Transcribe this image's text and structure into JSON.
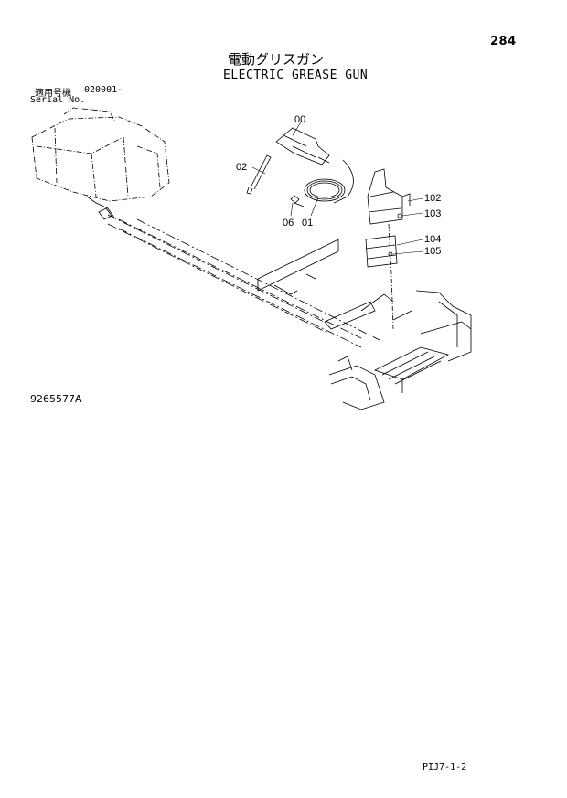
{
  "page_number": "284",
  "title_jp": "電動グリスガン",
  "title_en": "ELECTRIC GREASE GUN",
  "serial": {
    "label_jp": "適用号機",
    "value": "020001-",
    "label_en": "Serial No."
  },
  "callouts": [
    "00",
    "02",
    "06",
    "01",
    "102",
    "103",
    "104",
    "105"
  ],
  "drawing_number": "9265577A",
  "page_code": "PIJ7-1-2"
}
